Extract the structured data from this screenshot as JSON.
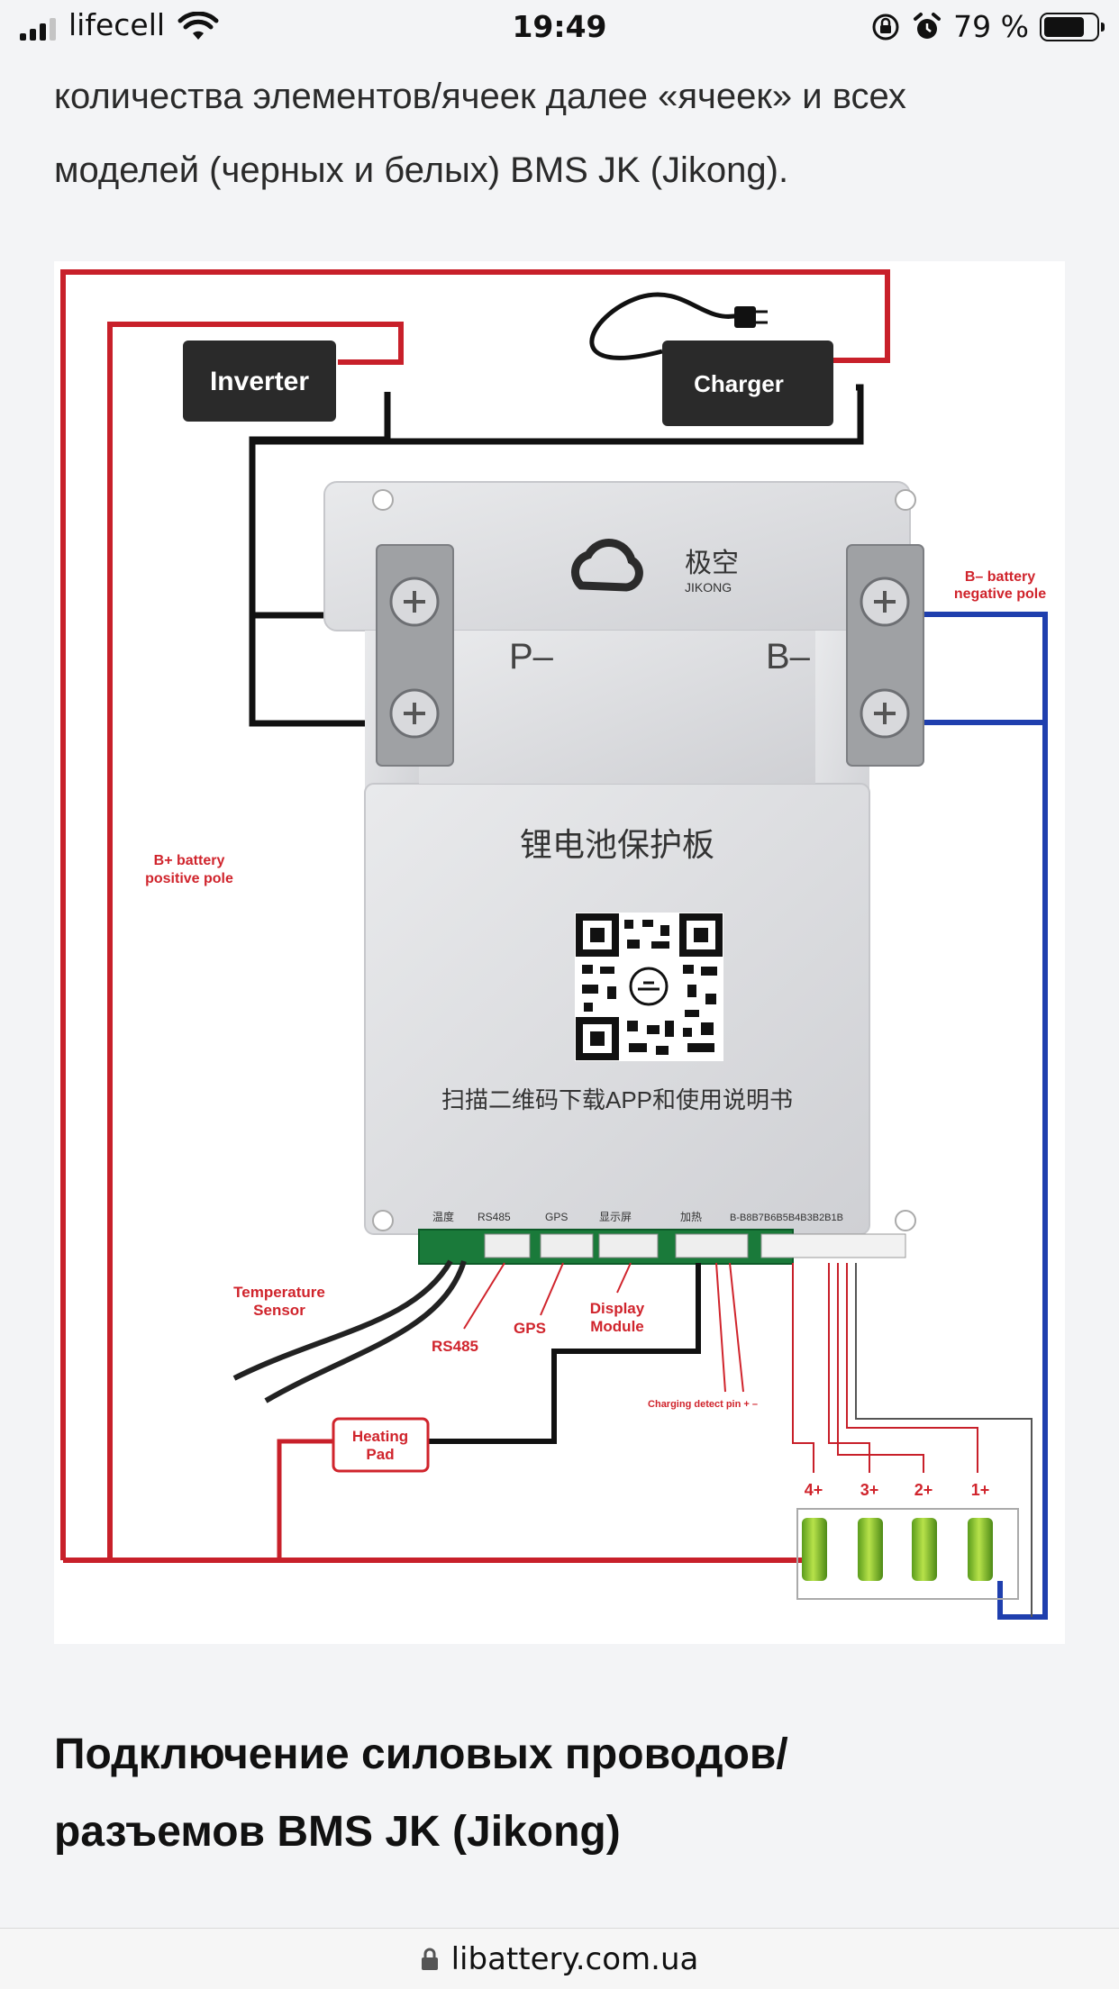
{
  "status_bar": {
    "carrier": "lifecell",
    "time": "19:49",
    "battery_percent": "79 %",
    "battery_level": 0.79
  },
  "article": {
    "intro_line_1": "количества элементов/ячеек далее «ячеек»  и всех",
    "intro_line_2": "моделей (черных и белых) BMS JK (Jikong).",
    "heading_line_1": "Подключение силовых проводов/",
    "heading_line_2": "разъемов BMS JK (Jikong)"
  },
  "diagram": {
    "inverter_label": "Inverter",
    "charger_label": "Charger",
    "brand_cn": "极空",
    "brand_en": "JIKONG",
    "p_minus": "P–",
    "b_minus": "B–",
    "b_neg_label_1": "B– battery",
    "b_neg_label_2": "negative pole",
    "b_pos_label_1": "B+ battery",
    "b_pos_label_2": "positive pole",
    "board_title_cn": "锂电池保护板",
    "scan_text_cn": "扫描二维码下载APP和使用说明书",
    "port_labels": [
      "温度",
      "RS485",
      "GPS",
      "显示屏",
      "加热",
      "B-B8B7B6B5B4B3B2B1B"
    ],
    "temp_sensor_1": "Temperature",
    "temp_sensor_2": "Sensor",
    "rs485_label": "RS485",
    "gps_label": "GPS",
    "display_label_1": "Display",
    "display_label_2": "Module",
    "charging_detect_label": "Charging detect pin + –",
    "heating_pad_1": "Heating",
    "heating_pad_2": "Pad",
    "cell_labels": [
      "4+",
      "3+",
      "2+",
      "1+"
    ]
  },
  "url_bar": {
    "url": "libattery.com.ua"
  }
}
